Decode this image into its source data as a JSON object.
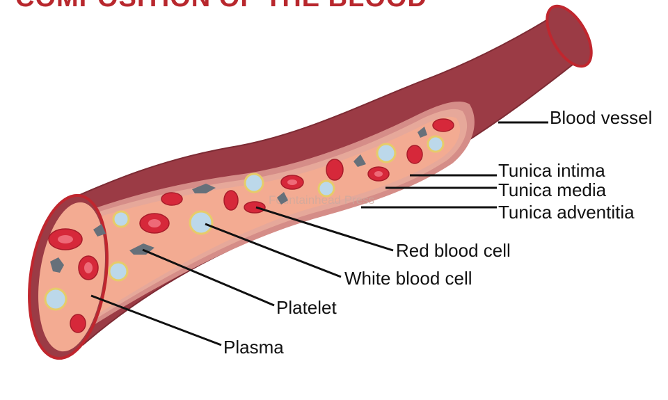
{
  "title": "COMPOSITION OF THE BLOOD",
  "watermark": "Fountainhead Press",
  "labels": {
    "blood_vessel": "Blood vessel",
    "tunica_intima": "Tunica intima",
    "tunica_media": "Tunica media",
    "tunica_adventitia": "Tunica adventitia",
    "red_blood_cell": "Red blood cell",
    "white_blood_cell": "White blood cell",
    "platelet": "Platelet",
    "plasma": "Plasma"
  },
  "colors": {
    "vessel_wall": "#9b3b45",
    "vessel_edge": "#c0262e",
    "lumen": "#f3ab92",
    "tunica_inner": "#d58d88",
    "red_cell": "#d6283a",
    "white_cell": "#bcd8ea",
    "platelet": "#66707a"
  }
}
